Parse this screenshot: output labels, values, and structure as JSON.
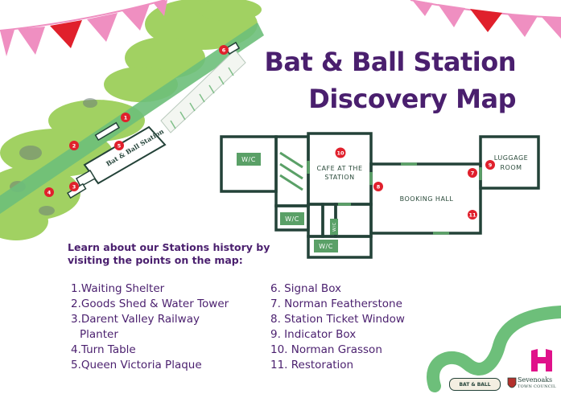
{
  "title": {
    "line1": "Bat & Ball Station",
    "line2": "Discovery Map"
  },
  "intro": "Learn about our Stations history by visiting the points on the map:",
  "list_left": [
    {
      "num": "1.",
      "text": "Waiting Shelter"
    },
    {
      "num": "2.",
      "text": "Goods Shed & Water Tower"
    },
    {
      "num": "3.",
      "text": "Darent Valley Railway"
    },
    {
      "num": "",
      "text": "Planter"
    },
    {
      "num": "4.",
      "text": "Turn Table"
    },
    {
      "num": "5.",
      "text": "Queen Victoria Plaque"
    }
  ],
  "list_right": [
    "6. Signal Box",
    "7. Norman Featherstone",
    "8. Station Ticket Window",
    "9. Indicator Box",
    "10. Norman Grasson",
    "11. Restoration"
  ],
  "floorplan": {
    "wc1": "W/C",
    "wc2": "W/C",
    "wc3": "W/C",
    "wc4": "W/C",
    "cafe_line1": "CAFE AT THE",
    "cafe_line2": "STATION",
    "booking": "BOOKING HALL",
    "luggage_line1": "LUGGAGE",
    "luggage_line2": "ROOM"
  },
  "markers": {
    "m1": "1",
    "m2": "2",
    "m3": "3",
    "m4": "4",
    "m5": "5",
    "m6": "6",
    "m7": "7",
    "m8": "8",
    "m9": "9",
    "m10": "10",
    "m11": "11"
  },
  "map_sign": "Bat & Ball Station",
  "footer": {
    "logo_badge": "BAT & BALL",
    "council_line1": "Sevenoaks",
    "council_line2": "TOWN COUNCIL"
  },
  "colors": {
    "title": "#4a1f6e",
    "marker": "#e0202c",
    "track": "#6dbf7a",
    "trees": "#9ccf5a",
    "plan": "#234238",
    "plan_room": "#5aa067",
    "bunting_pink": "#ef8fc1",
    "bunting_red": "#e0202c",
    "logo_pink": "#e0118a"
  },
  "icons": [
    "bunting-decoration",
    "hub-logo-icon",
    "council-crest-icon"
  ]
}
